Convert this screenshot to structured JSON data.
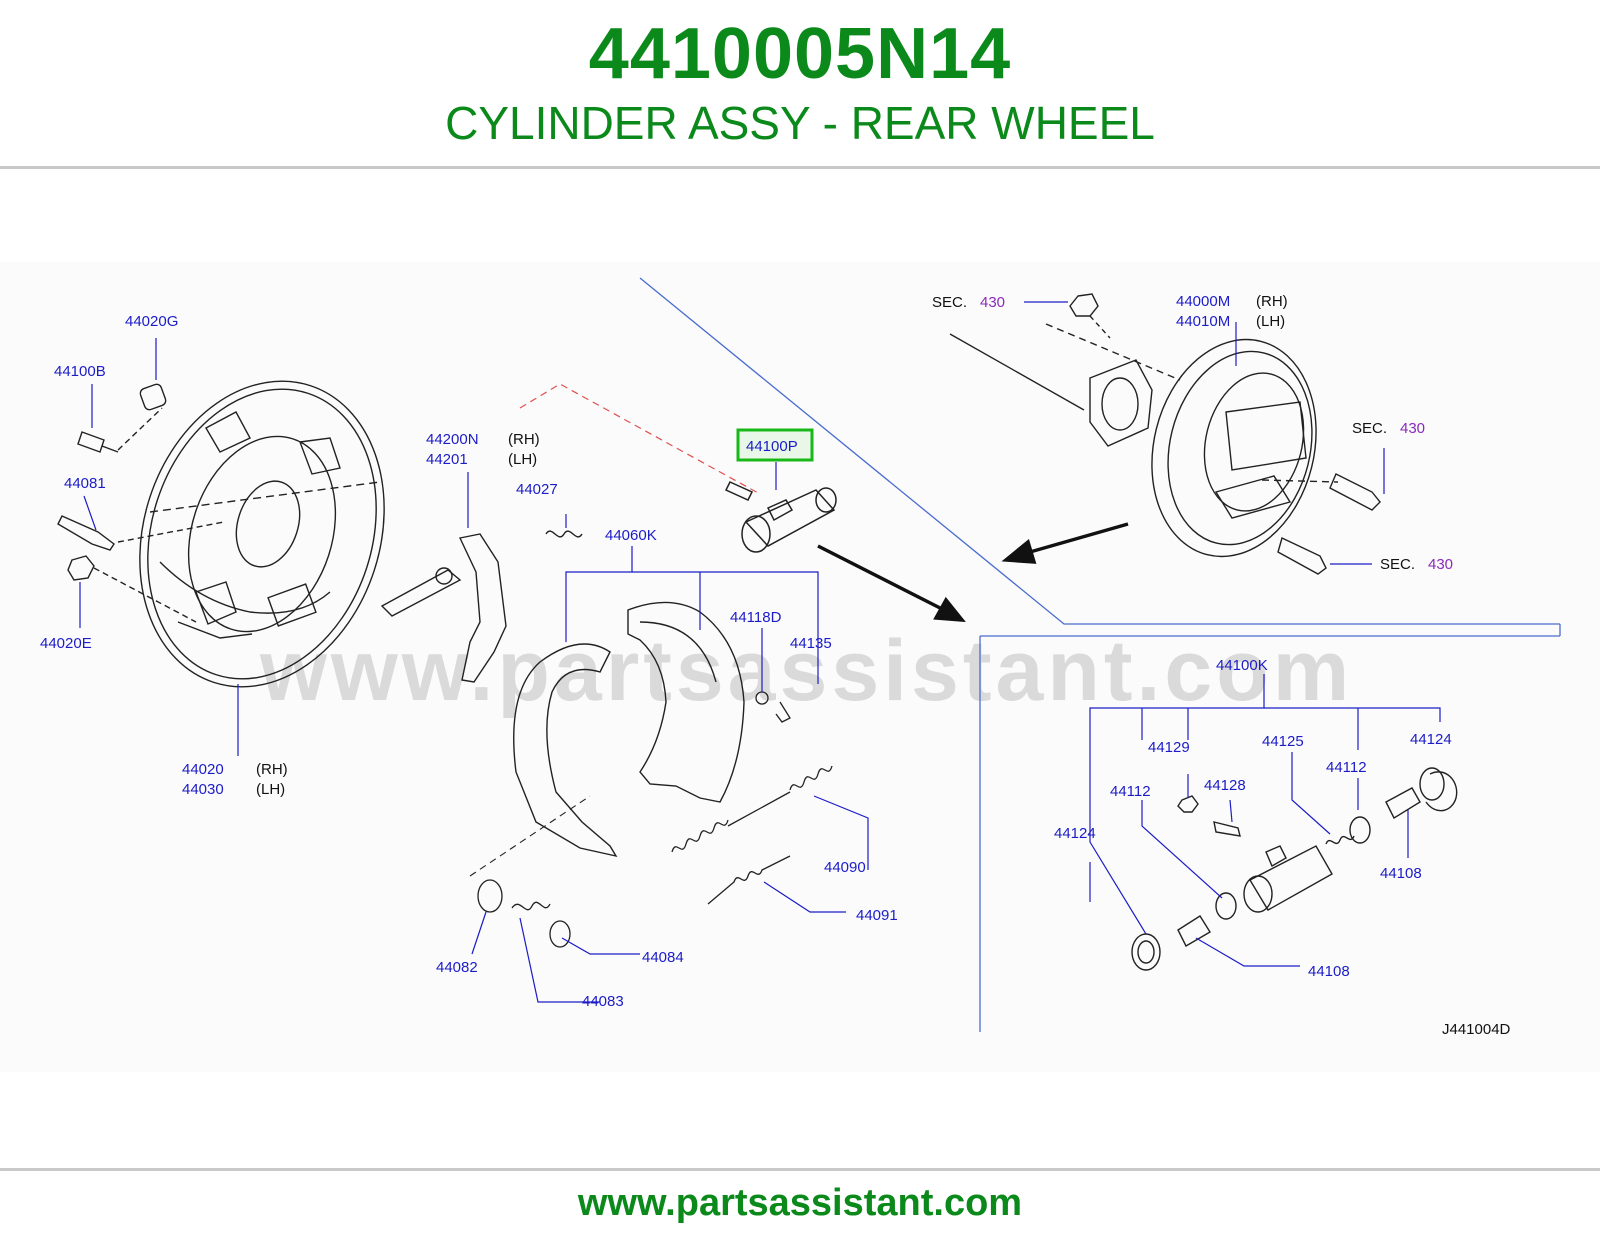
{
  "header": {
    "part_number": "4410005N14",
    "part_title": "CYLINDER ASSY - REAR WHEEL"
  },
  "footer": {
    "url": "www.partsassistant.com"
  },
  "diagram": {
    "watermark": "www.partsassistant.com",
    "code": "J441004D",
    "highlighted_part": "44100P",
    "parts": {
      "p44020G": "44020G",
      "p44100B": "44100B",
      "p44081": "44081",
      "p44020E": "44020E",
      "p44020": "44020",
      "p44030": "44030",
      "p44200N": "44200N",
      "p44201": "44201",
      "p44027": "44027",
      "p44060K": "44060K",
      "p44118D": "44118D",
      "p44135": "44135",
      "p44090": "44090",
      "p44091": "44091",
      "p44082": "44082",
      "p44083": "44083",
      "p44084": "44084",
      "p44000M": "44000M",
      "p44010M": "44010M",
      "p44100K": "44100K",
      "p44129": "44129",
      "p44125": "44125",
      "p44112a": "44112",
      "p44124a": "44124",
      "p44112b": "44112",
      "p44128": "44128",
      "p44124b": "44124",
      "p44108a": "44108",
      "p44108b": "44108"
    },
    "sides": {
      "rh": "(RH)",
      "lh": "(LH)"
    },
    "sec_refs": [
      {
        "label": "SEC.",
        "num": "430"
      },
      {
        "label": "SEC.",
        "num": "430"
      },
      {
        "label": "SEC.",
        "num": "430"
      }
    ],
    "colors": {
      "brand_green": "#0b8a1b",
      "part_label": "#1c1cc8",
      "section_ref": "#8a2ab8",
      "highlight_box": "#18b818"
    }
  }
}
